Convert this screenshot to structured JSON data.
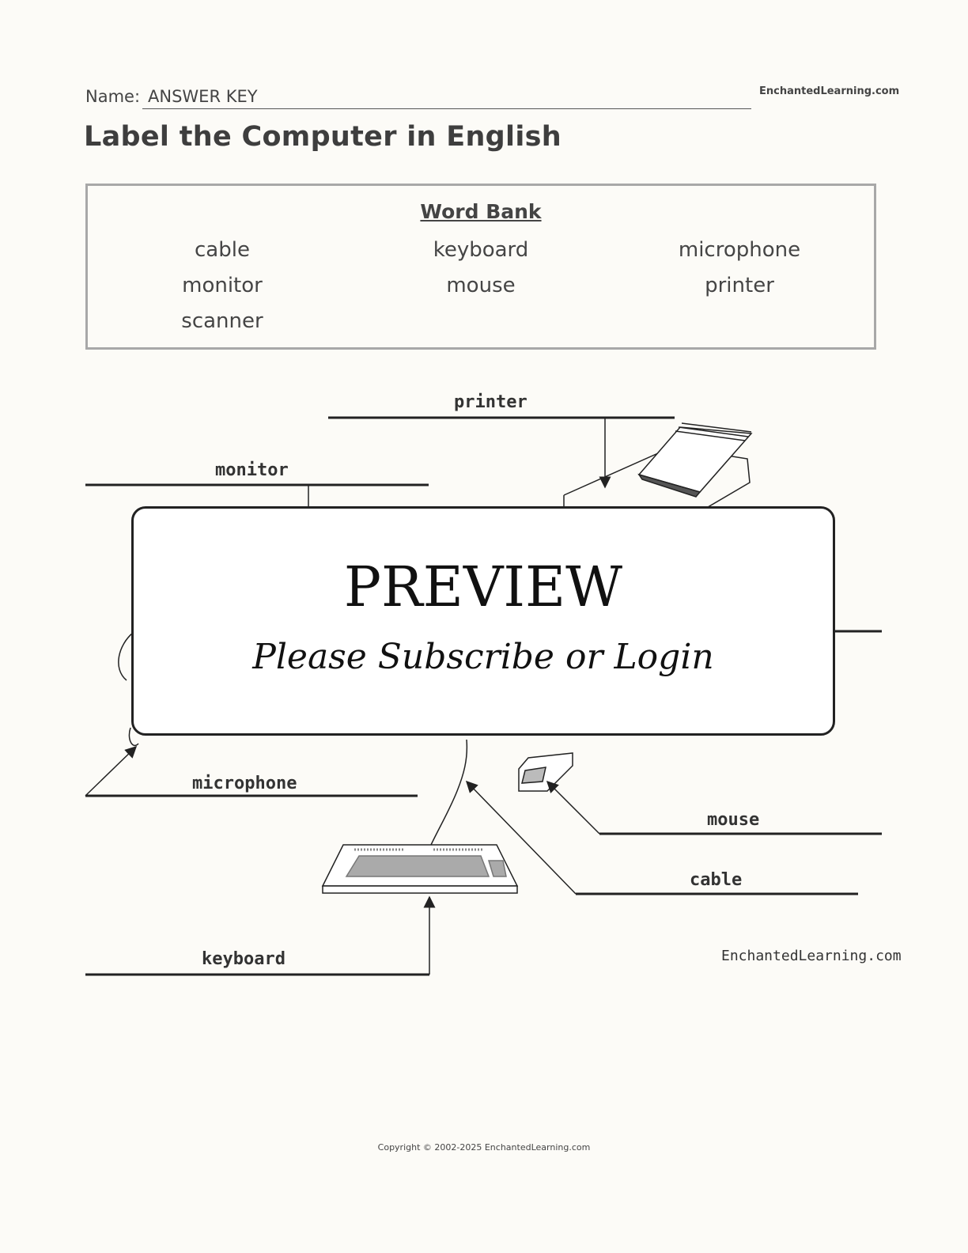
{
  "header": {
    "name_label": "Name:",
    "name_value": "ANSWER KEY",
    "site": "EnchantedLearning.com"
  },
  "title": "Label the Computer in English",
  "word_bank": {
    "title": "Word Bank",
    "words": [
      "cable",
      "keyboard",
      "microphone",
      "monitor",
      "mouse",
      "printer",
      "scanner"
    ]
  },
  "diagram": {
    "labels": {
      "printer": "printer",
      "monitor": "monitor",
      "microphone": "microphone",
      "mouse": "mouse",
      "cable": "cable",
      "keyboard": "keyboard"
    },
    "watermark": "EnchantedLearning.com"
  },
  "preview": {
    "title": "PREVIEW",
    "subtitle": "Please Subscribe or Login"
  },
  "footer": {
    "copyright": "Copyright © 2002-2025 EnchantedLearning.com"
  }
}
